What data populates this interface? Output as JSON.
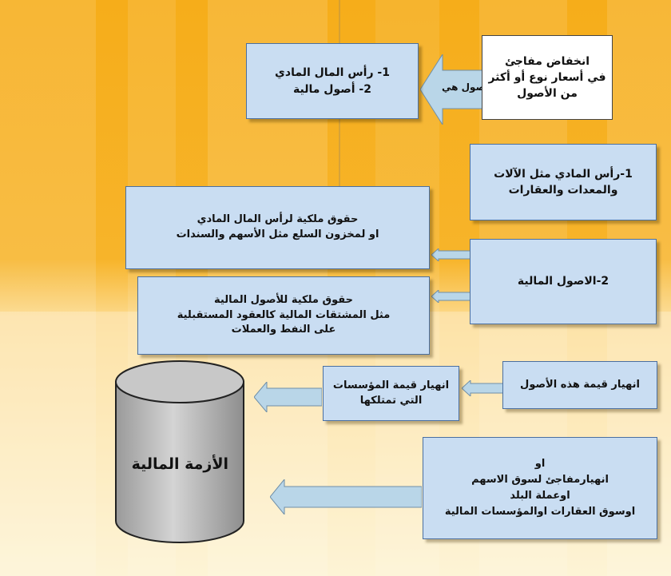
{
  "colors": {
    "box_fill": "#c9ddf2",
    "box_border": "#4a6fa0",
    "arrow_fill": "#b9d6e8",
    "cylinder_fill": "#c2c2c2",
    "background_top": "#f5a80f",
    "background_bottom": "#fbe8b0"
  },
  "nodes": {
    "sudden_drop": [
      "انخفاض مفاجئ",
      "في أسعار نوع أو أكثر",
      "من الأصول"
    ],
    "assets_list": [
      "1- رأس المال المادي",
      "2- أصول مالية"
    ],
    "physical_capital": [
      "1-رأس المادي مثل الآلات",
      "والمعدات والعقارات"
    ],
    "property_rights_physical": [
      "حقوق ملكية لرأس المال المادي",
      "او لمخزون السلع مثل الأسهم والسندات"
    ],
    "financial_assets": [
      "2-الاصول المالية"
    ],
    "property_rights_financial": [
      "حقوق ملكية للأصول المالية",
      "مثل المشتقات المالية كالعقود المستقبلية",
      "على النفط والعملات"
    ],
    "assets_collapse": [
      "انهيار قيمة هذه الأصول"
    ],
    "institutions_collapse": [
      "انهيار قيمة المؤسسات",
      "التي تمتلكها"
    ],
    "market_collapse": [
      "او",
      "انهيارمفاجئ لسوق الاسهم",
      "اوعملة البلد",
      "اوسوق العقارات اوالمؤسسات المالية"
    ],
    "financial_crisis": "الأزمة المالية"
  },
  "edges": {
    "assets_are": "الاصول هي"
  }
}
